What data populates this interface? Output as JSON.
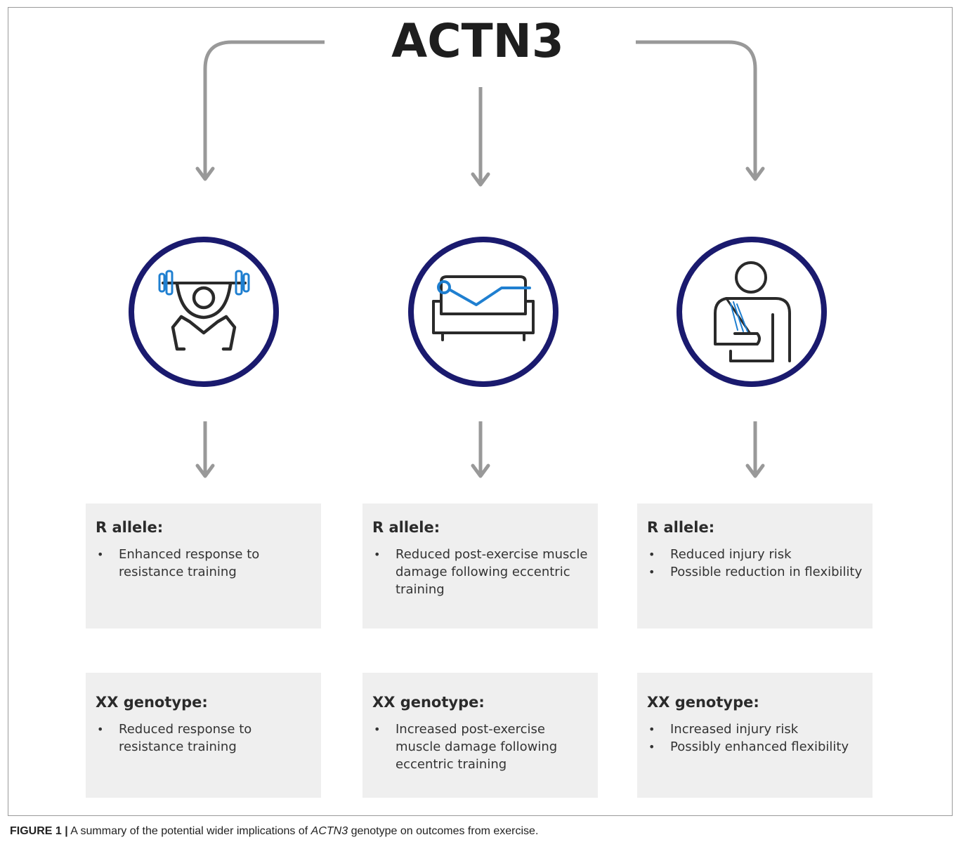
{
  "title": "ACTN3",
  "columns": [
    {
      "icon": "weightlifter-icon",
      "r_allele": {
        "heading": "R allele:",
        "bullets": [
          "Enhanced response to resistance training"
        ]
      },
      "xx_genotype": {
        "heading": "XX genotype:",
        "bullets": [
          "Reduced response to resistance training"
        ]
      }
    },
    {
      "icon": "reclining-couch-icon",
      "r_allele": {
        "heading": "R allele:",
        "bullets": [
          "Reduced post-exercise muscle damage following eccentric training"
        ]
      },
      "xx_genotype": {
        "heading": "XX genotype:",
        "bullets": [
          "Increased post-exercise muscle damage following eccentric training"
        ]
      }
    },
    {
      "icon": "arm-sling-icon",
      "r_allele": {
        "heading": "R allele:",
        "bullets": [
          "Reduced injury risk",
          "Possible reduction in flexibility"
        ]
      },
      "xx_genotype": {
        "heading": "XX genotype:",
        "bullets": [
          "Increased injury risk",
          "Possibly enhanced flexibility"
        ]
      }
    }
  ],
  "caption": {
    "label": "FIGURE 1 |",
    "text_before": "A summary of the potential wider implications of",
    "gene": "ACTN3",
    "text_after": "genotype on outcomes from exercise."
  },
  "colors": {
    "arrow": "#999999",
    "circle": "#1a1a6e",
    "icon_stroke": "#2a2a2a",
    "icon_accent": "#1f7fd0",
    "box_fill": "#efefef"
  }
}
